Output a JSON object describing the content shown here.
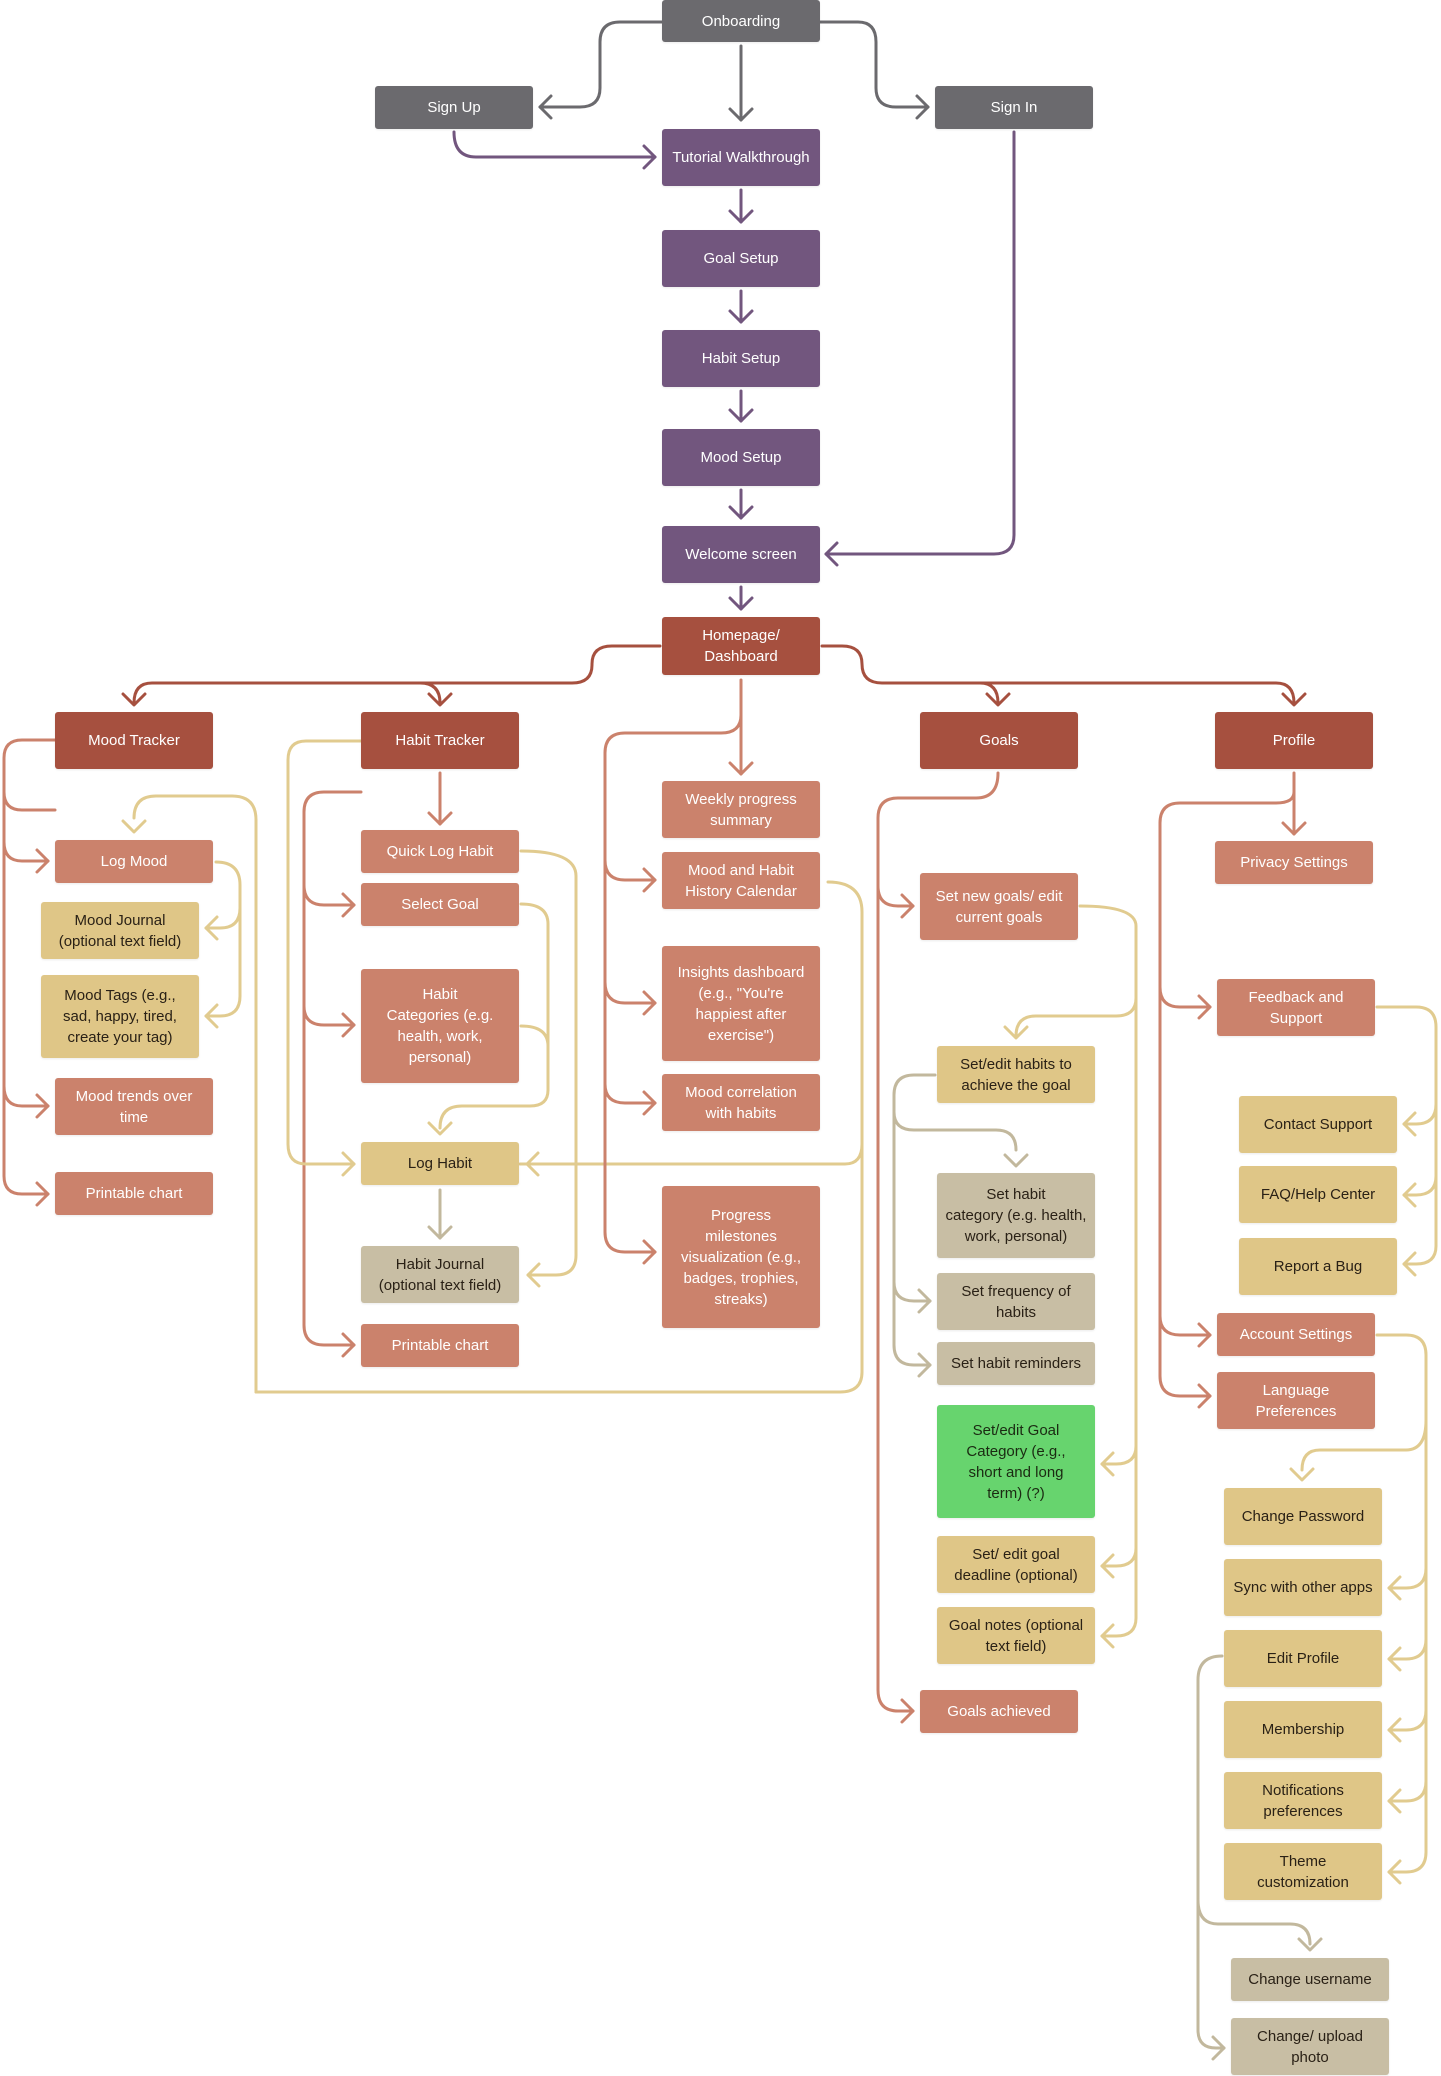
{
  "colors": {
    "gray": "#6b6a6e",
    "purple": "#72567e",
    "rust": "#a6503f",
    "salmon": "#cb826c",
    "tan": "#dfc687",
    "taupe": "#c8bea4",
    "green": "#67d46e",
    "line_gray": "#6b6a6e",
    "line_purple": "#72567e",
    "line_rust": "#a6503f",
    "line_salmon": "#cb826c",
    "line_tan": "#e1cb8f",
    "line_taupe": "#c2b89d"
  },
  "flow": {
    "onboarding": "Onboarding",
    "sign_up": "Sign Up",
    "sign_in": "Sign In",
    "tutorial": "Tutorial Walkthrough",
    "goal_setup": "Goal Setup",
    "habit_setup": "Habit Setup",
    "mood_setup": "Mood Setup",
    "welcome": "Welcome screen",
    "homepage": "Homepage/\nDashboard"
  },
  "mood": {
    "tracker": "Mood Tracker",
    "log_mood": "Log Mood",
    "journal": "Mood Journal\n(optional text field)",
    "tags": "Mood Tags (e.g.,\nsad, happy, tired,\ncreate your tag)",
    "trends": "Mood trends over\ntime",
    "chart": "Printable chart"
  },
  "habit": {
    "tracker": "Habit Tracker",
    "quick_log": "Quick Log Habit",
    "select_goal": "Select Goal",
    "categories": "Habit\nCategories (e.g.\nhealth, work,\npersonal)",
    "log_habit": "Log Habit",
    "journal": "Habit Journal\n(optional text field)",
    "chart": "Printable chart"
  },
  "dashboard": {
    "weekly": "Weekly progress\nsummary",
    "calendar": "Mood and Habit\nHistory Calendar",
    "insights": "Insights dashboard\n(e.g., \"You're\nhappiest after\nexercise\")",
    "correlation": "Mood correlation\nwith habits",
    "progress": "Progress\nmilestones\nvisualization (e.g.,\nbadges, trophies,\nstreaks)"
  },
  "goals": {
    "title": "Goals",
    "set_new": "Set new goals/ edit\ncurrent goals",
    "set_habits": "Set/edit habits to\nachieve the goal",
    "habit_category": "Set habit\ncategory (e.g. health,\nwork, personal)",
    "frequency": "Set frequency of\nhabits",
    "reminders": "Set habit reminders",
    "goal_category": "Set/edit Goal\nCategory (e.g.,\nshort and long\nterm) (?)",
    "deadline": "Set/ edit goal\ndeadline (optional)",
    "notes": "Goal notes (optional\ntext field)",
    "achieved": "Goals achieved"
  },
  "profile": {
    "title": "Profile",
    "privacy": "Privacy Settings",
    "feedback": "Feedback and\nSupport",
    "contact": "Contact Support",
    "faq": "FAQ/Help Center",
    "bug": "Report a Bug",
    "account": "Account Settings",
    "language": "Language\nPreferences",
    "change_password": "Change Password",
    "sync": "Sync with other apps",
    "edit_profile": "Edit Profile",
    "membership": "Membership",
    "notifications": "Notifications\npreferences",
    "theme": "Theme\ncustomization",
    "change_username": "Change username",
    "change_photo": "Change/ upload\nphoto"
  }
}
